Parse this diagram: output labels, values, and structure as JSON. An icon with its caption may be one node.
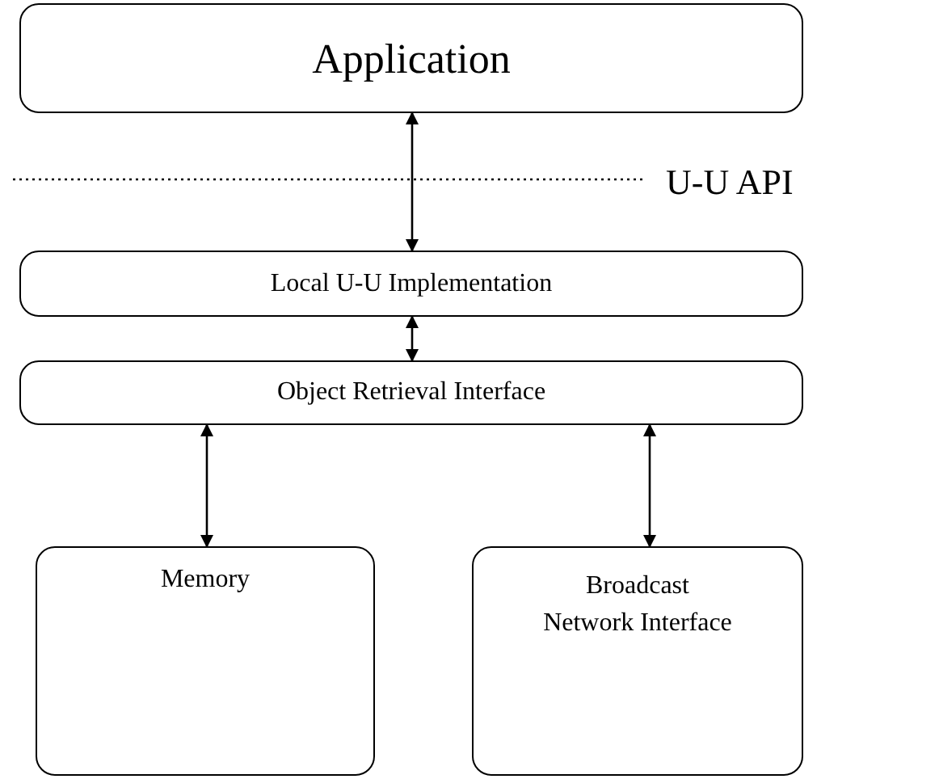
{
  "diagram": {
    "nodes": [
      {
        "text": [
          "Application"
        ]
      },
      {
        "text": [
          "Local U-U Implementation"
        ]
      },
      {
        "text": [
          "Object Retrieval Interface"
        ]
      },
      {
        "text": [
          "Memory"
        ]
      },
      {
        "text": [
          "Broadcast Network Interface"
        ]
      }
    ],
    "edges": [
      {
        "from": 0,
        "to": 1,
        "arrow": "both"
      },
      {
        "from": 1,
        "to": 2,
        "arrow": "both"
      },
      {
        "from": 2,
        "to": 3,
        "arrow": "both"
      },
      {
        "from": 2,
        "to": 4,
        "arrow": "both"
      }
    ],
    "labels": [
      "U-U API"
    ]
  }
}
